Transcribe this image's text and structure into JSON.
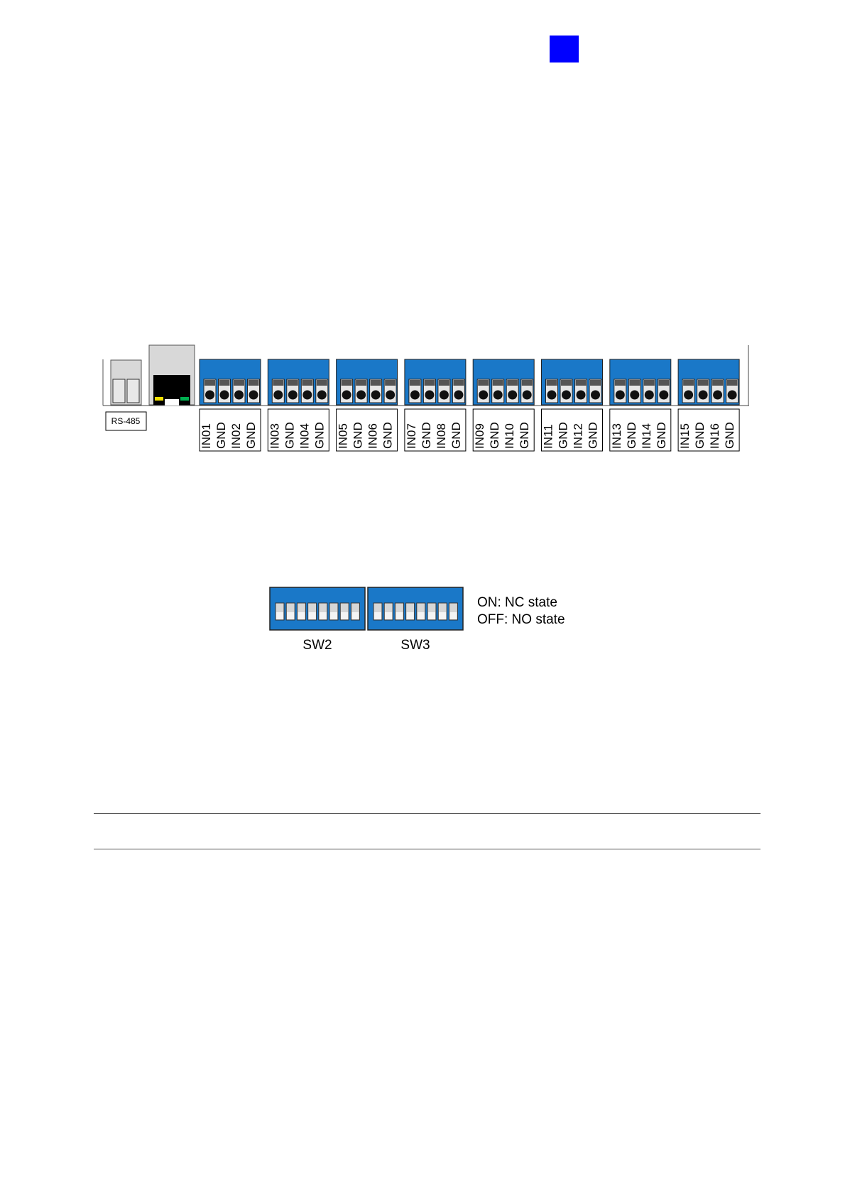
{
  "page": {
    "tab_color": "#0000ff"
  },
  "board": {
    "accent_color": "#1a78c8",
    "rs485_label": "RS-485",
    "ethernet_led_colors": [
      "#f0e000",
      "#00b050"
    ],
    "terminal_blocks": [
      {
        "pins": [
          "IN01",
          "GND",
          "IN02",
          "GND"
        ]
      },
      {
        "pins": [
          "IN03",
          "GND",
          "IN04",
          "GND"
        ]
      },
      {
        "pins": [
          "IN05",
          "GND",
          "IN06",
          "GND"
        ]
      },
      {
        "pins": [
          "IN07",
          "GND",
          "IN08",
          "GND"
        ]
      },
      {
        "pins": [
          "IN09",
          "GND",
          "IN10",
          "GND"
        ]
      },
      {
        "pins": [
          "IN11",
          "GND",
          "IN12",
          "GND"
        ]
      },
      {
        "pins": [
          "IN13",
          "GND",
          "IN14",
          "GND"
        ]
      },
      {
        "pins": [
          "IN15",
          "GND",
          "IN16",
          "GND"
        ]
      }
    ]
  },
  "dip_switches": [
    {
      "label": "SW2",
      "positions": 8
    },
    {
      "label": "SW3",
      "positions": 8
    }
  ],
  "legend": {
    "on_text": "ON: NC state",
    "off_text": "OFF: NO state"
  }
}
